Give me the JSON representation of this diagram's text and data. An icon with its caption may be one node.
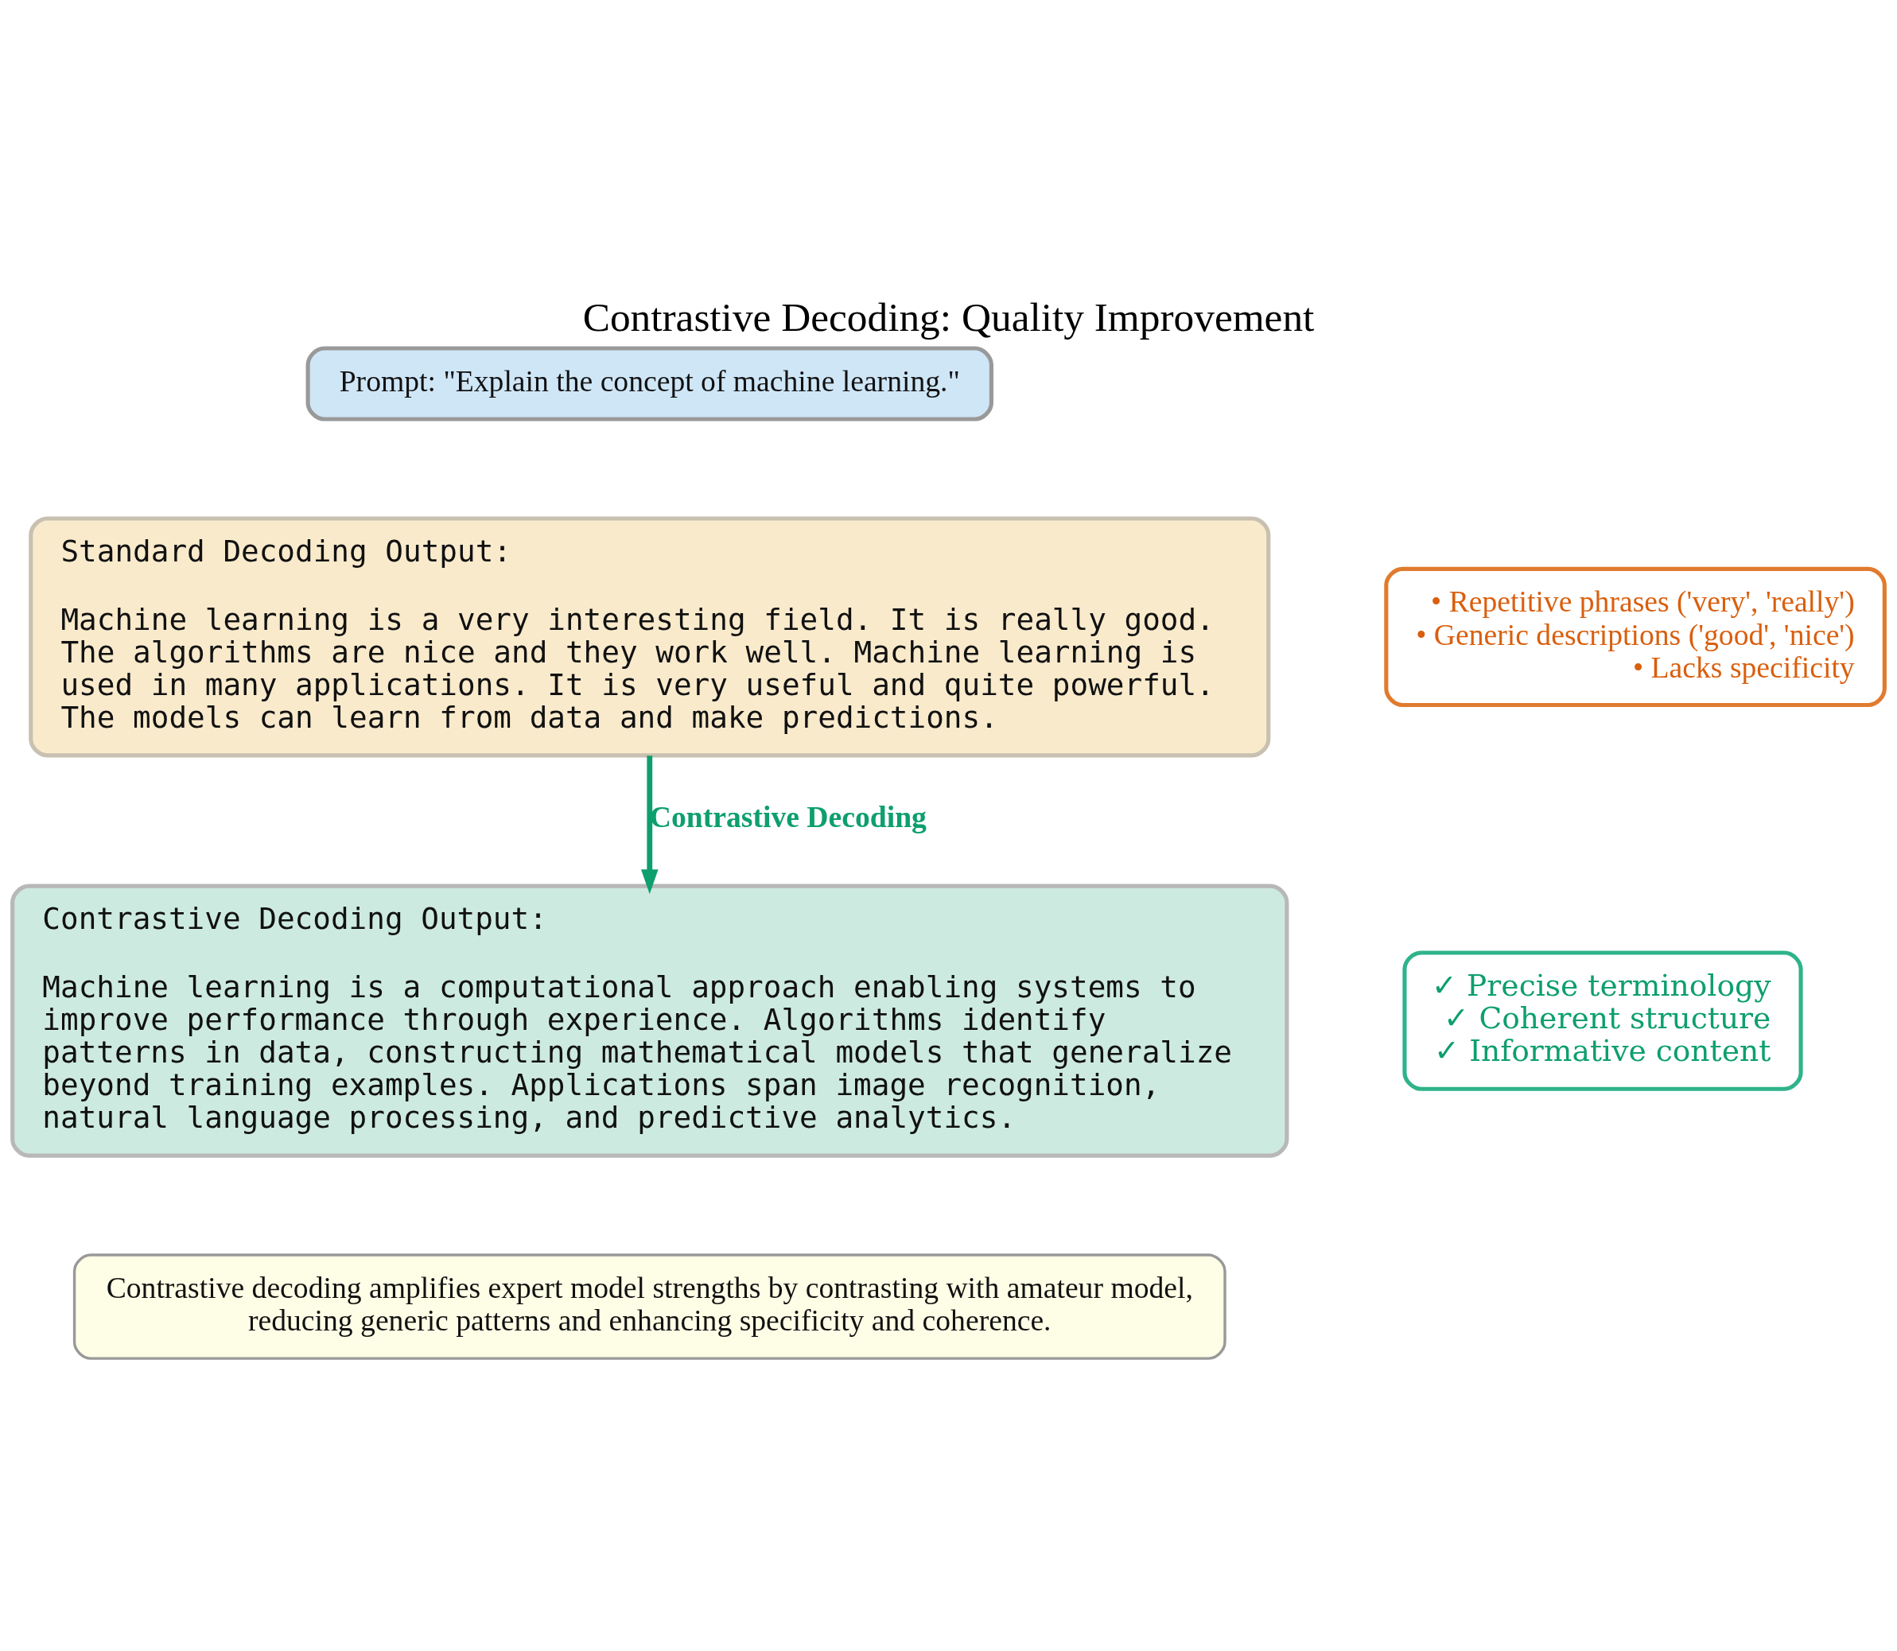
{
  "diagram": {
    "title": "Contrastive Decoding: Quality Improvement",
    "nodes": [
      {
        "text": [
          "Prompt: \"Explain the concept of machine learning.\""
        ]
      },
      {
        "text": [
          "Standard Decoding Output:",
          "Machine learning is a very interesting field. It is really good. The algorithms are nice and they work well. Machine learning is used in many applications. It is very useful and quite powerful. The models can learn from data and make predictions."
        ]
      },
      {
        "text": [
          "• Repetitive phrases ('very', 'really')",
          "• Generic descriptions ('good', 'nice')",
          "• Lacks specificity"
        ]
      },
      {
        "text": [
          "Contrastive Decoding Output:",
          "Machine learning is a computational approach enabling systems to improve performance through experience. Algorithms identify patterns in data, constructing mathematical models that generalize beyond training examples. Applications span image recognition, natural language processing, and predictive analytics."
        ]
      },
      {
        "text": [
          "✓ Precise terminology",
          "✓ Coherent structure",
          "✓ Informative content"
        ]
      },
      {
        "text": [
          "Contrastive decoding amplifies expert model strengths by contrasting with amateur model, reducing generic patterns and enhancing specificity and coherence."
        ]
      }
    ],
    "edges": [
      {
        "from": 1,
        "to": 3,
        "arrow": "to",
        "label": "Contrastive Decoding",
        "color": "#0e9f6e"
      }
    ]
  }
}
